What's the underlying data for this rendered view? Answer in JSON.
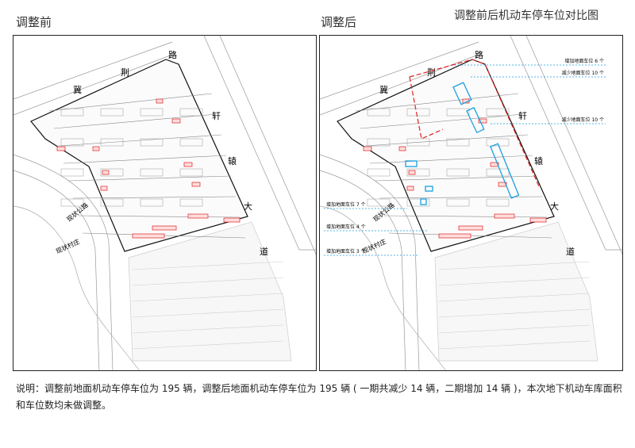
{
  "title": "调整前后机动车停车位对比图",
  "panels": [
    {
      "label": "调整前"
    },
    {
      "label": "调整后"
    }
  ],
  "map_labels": {
    "road_top": [
      "冀",
      "荆",
      "路"
    ],
    "road_right": [
      "轩",
      "辕",
      "大",
      "道"
    ],
    "road_left": "现状公路",
    "village": "现状村庄"
  },
  "callouts": [
    {
      "text": "增加地面车位 6 个",
      "side": "right"
    },
    {
      "text": "减少地面车位 10 个",
      "side": "right"
    },
    {
      "text": "减少地面车位 10 个",
      "side": "right"
    },
    {
      "text": "增加地面车位 7 个",
      "side": "left"
    },
    {
      "text": "增加地面车位 4 个",
      "side": "left"
    },
    {
      "text": "增加地面车位 3 个",
      "side": "left"
    }
  ],
  "colors": {
    "parking": "#e02020",
    "callout": "#1aa0e0",
    "boundary": "#111"
  },
  "note": "说明：调整前地面机动车停车位为 195 辆，调整后地面机动车停车位为 195 辆 ( 一期共减少 14 辆，二期增加 14 辆 )，本次地下机动车库面积和车位数均未做调整。"
}
